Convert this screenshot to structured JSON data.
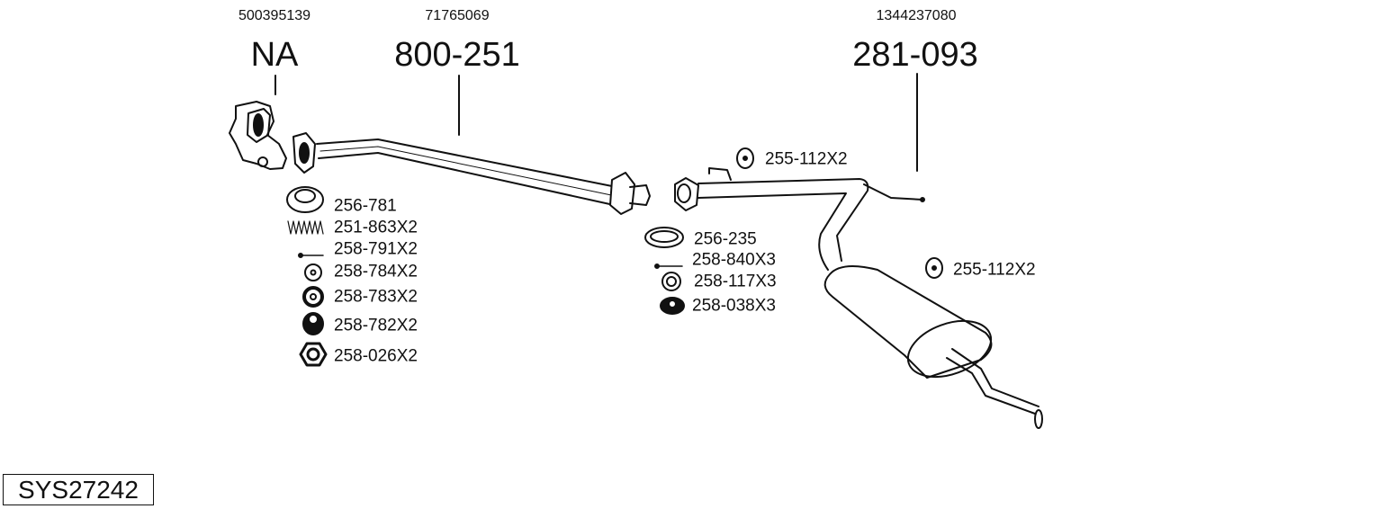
{
  "groups": [
    {
      "oem": "500395139",
      "part": "NA"
    },
    {
      "oem": "71765069",
      "part": "800-251"
    },
    {
      "oem": "1344237080",
      "part": "281-093"
    }
  ],
  "left_parts": [
    "256-781",
    "251-863X2",
    "258-791X2",
    "258-784X2",
    "258-783X2",
    "258-782X2",
    "258-026X2"
  ],
  "middle_parts": [
    "256-235",
    "258-840X3",
    "258-117X3",
    "258-038X3"
  ],
  "hangers": [
    "255-112X2",
    "255-112X2"
  ],
  "system_id": "SYS27242"
}
